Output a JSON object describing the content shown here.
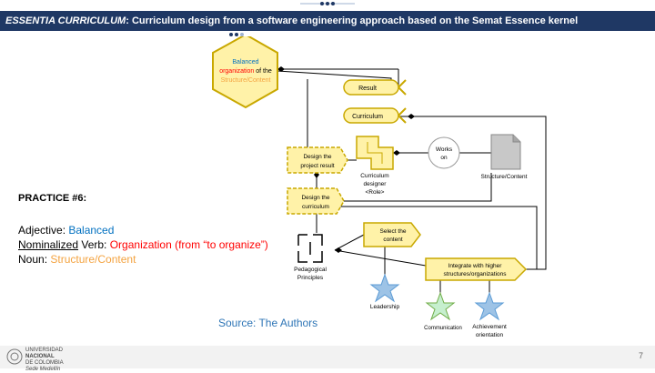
{
  "header": {
    "title_italic": "ESSENTIA CURRICULUM",
    "title_rest": ": Curriculum design from a software engineering approach based on the Semat Essence kernel"
  },
  "practice": {
    "title": "PRACTICE #6:",
    "adjective_label": "Adjective: ",
    "adjective_value": "Balanced",
    "verb_label": "Nominalized",
    "verb_label_rest": " Verb: ",
    "verb_value": "Organization (from “to organize”)",
    "noun_label": "Noun: ",
    "noun_value": "Structure/Content"
  },
  "source": "Source: The Authors",
  "diagram": {
    "goal": {
      "word1": "Balanced",
      "word2": "organization",
      "word3": " of the",
      "word4": "Structure/Content"
    },
    "alphas": {
      "result": "Result",
      "curriculum": "Curriculum"
    },
    "activities": {
      "design_result_line1": "Design the",
      "design_result_line2": "project result",
      "design_curriculum_line1": "Design the",
      "design_curriculum_line2": "curriculum"
    },
    "role": {
      "line1": "Curriculum",
      "line2": "designer",
      "line3": "<Role>"
    },
    "works_on": {
      "line1": "Works",
      "line2": "on"
    },
    "work_product": "Structure/Content",
    "spaces": {
      "select_line1": "Select the",
      "select_line2": "content",
      "integrate_line1": "Integrate with higher",
      "integrate_line2": "structures/organizations"
    },
    "pattern": {
      "line1": "Pedagogical",
      "line2": "Principles"
    },
    "competencies": {
      "leadership": "Leadership",
      "communication": "Communication",
      "achievement_line1": "Achievement",
      "achievement_line2": "orientation"
    }
  },
  "footer": {
    "logo_line1": "UNIVERSIDAD",
    "logo_line2": "NACIONAL",
    "logo_line3": "DE COLOMBIA",
    "logo_line4": "Sede Medellín",
    "page_number": "7"
  },
  "colors": {
    "title_bar": "#1f3864",
    "blue": "#0070c0",
    "red": "#ff0000",
    "orange": "#f4a340",
    "essence_fill": "#fff2a8",
    "essence_stroke": "#c9a800",
    "competency_blue": "#9dc3e6",
    "competency_green": "#c6efce"
  }
}
